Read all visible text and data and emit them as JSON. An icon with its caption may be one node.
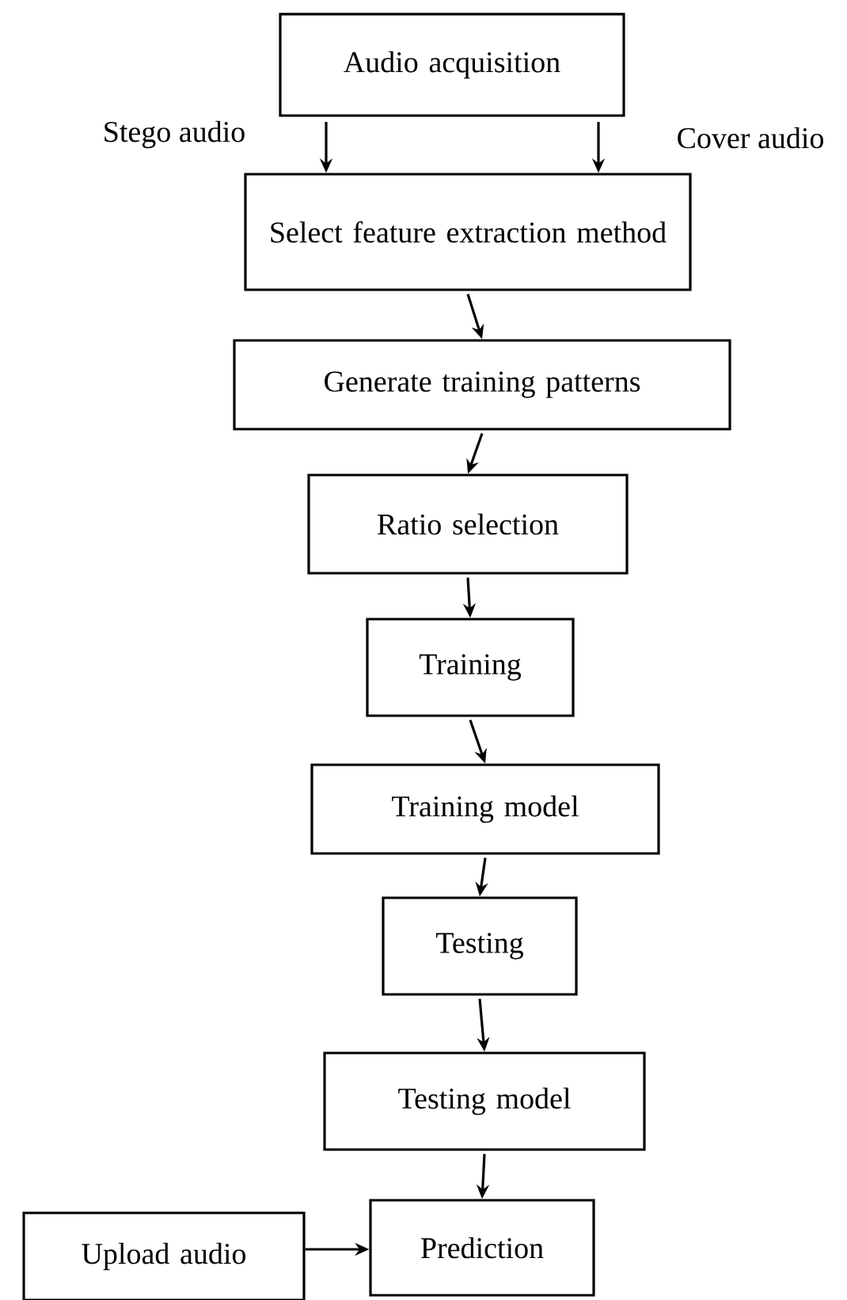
{
  "diagram": {
    "nodes": [
      {
        "text": [
          "Audio acquisition"
        ]
      },
      {
        "text": [
          "Select feature extraction method"
        ]
      },
      {
        "text": [
          "Generate training patterns"
        ]
      },
      {
        "text": [
          "Ratio selection"
        ]
      },
      {
        "text": [
          "Training"
        ]
      },
      {
        "text": [
          "Training model"
        ]
      },
      {
        "text": [
          "Testing"
        ]
      },
      {
        "text": [
          "Testing model"
        ]
      },
      {
        "text": [
          "Prediction"
        ]
      },
      {
        "text": [
          "Upload audio"
        ]
      }
    ],
    "edges": [
      {
        "from": 0,
        "to": 1,
        "arrow": "to",
        "label": "Stego audio"
      },
      {
        "from": 0,
        "to": 1,
        "arrow": "to",
        "label": "Cover audio"
      },
      {
        "from": 1,
        "to": 2,
        "arrow": "to"
      },
      {
        "from": 2,
        "to": 3,
        "arrow": "to"
      },
      {
        "from": 3,
        "to": 4,
        "arrow": "to"
      },
      {
        "from": 4,
        "to": 5,
        "arrow": "to"
      },
      {
        "from": 5,
        "to": 6,
        "arrow": "to"
      },
      {
        "from": 6,
        "to": 7,
        "arrow": "to"
      },
      {
        "from": 7,
        "to": 8,
        "arrow": "to"
      },
      {
        "from": 9,
        "to": 8,
        "arrow": "to"
      }
    ]
  }
}
